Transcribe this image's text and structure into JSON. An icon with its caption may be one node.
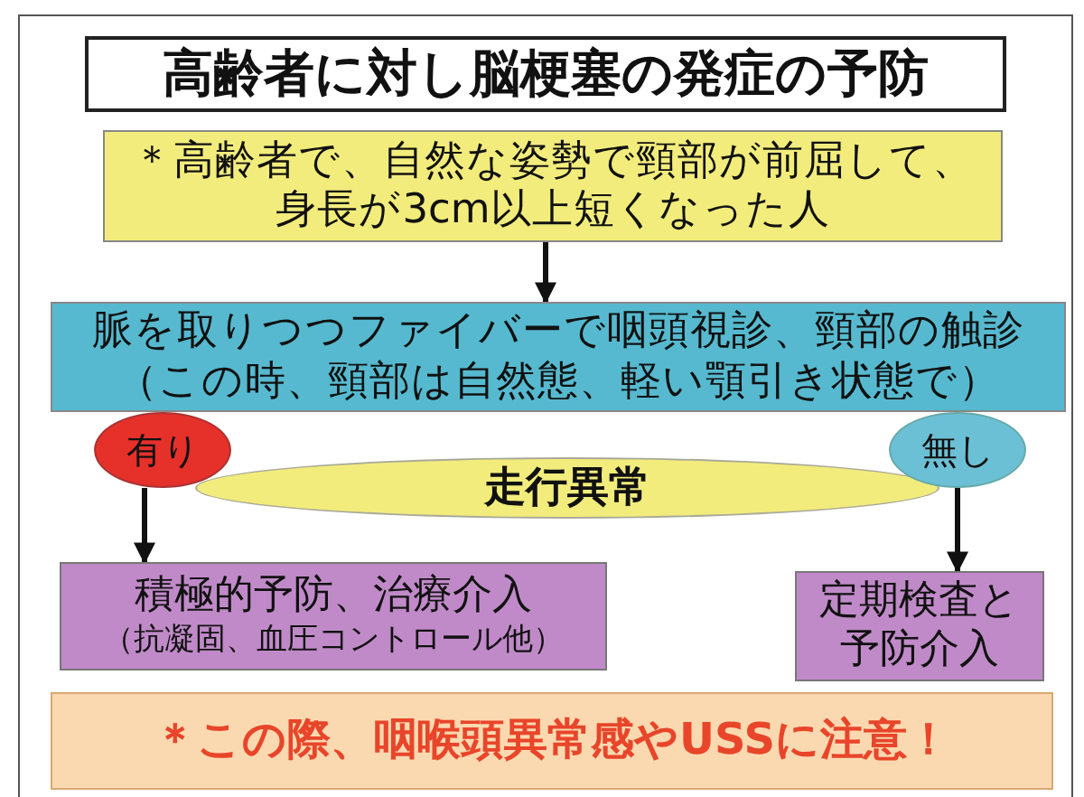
{
  "diagram": {
    "nodes": [
      {
        "text": [
          "高齢者に対し脳梗塞の発症の予防"
        ]
      },
      {
        "text": [
          "＊高齢者で、自然な姿勢で頸部が前屈して、身長が3cm以上短くなった人"
        ]
      },
      {
        "text": [
          "脈を取りつつファイバーで咽頭視診、頸部の触診",
          "（この時、頸部は自然態、軽い顎引き状態で）"
        ]
      },
      {
        "text": [
          "有り"
        ]
      },
      {
        "text": [
          "走行異常"
        ]
      },
      {
        "text": [
          "無し"
        ]
      },
      {
        "text": [
          "積極的予防、治療介入",
          "（抗凝固、血圧コントロール他）"
        ]
      },
      {
        "text": [
          "定期検査と予防介入"
        ]
      },
      {
        "text": [
          "＊この際、咽喉頭異常感やUSSに注意！"
        ]
      }
    ],
    "edges": [
      {
        "from": 1,
        "to": 2,
        "arrow": "to"
      },
      {
        "from": 3,
        "to": 6,
        "arrow": "to"
      },
      {
        "from": 5,
        "to": 7,
        "arrow": "to"
      }
    ]
  }
}
